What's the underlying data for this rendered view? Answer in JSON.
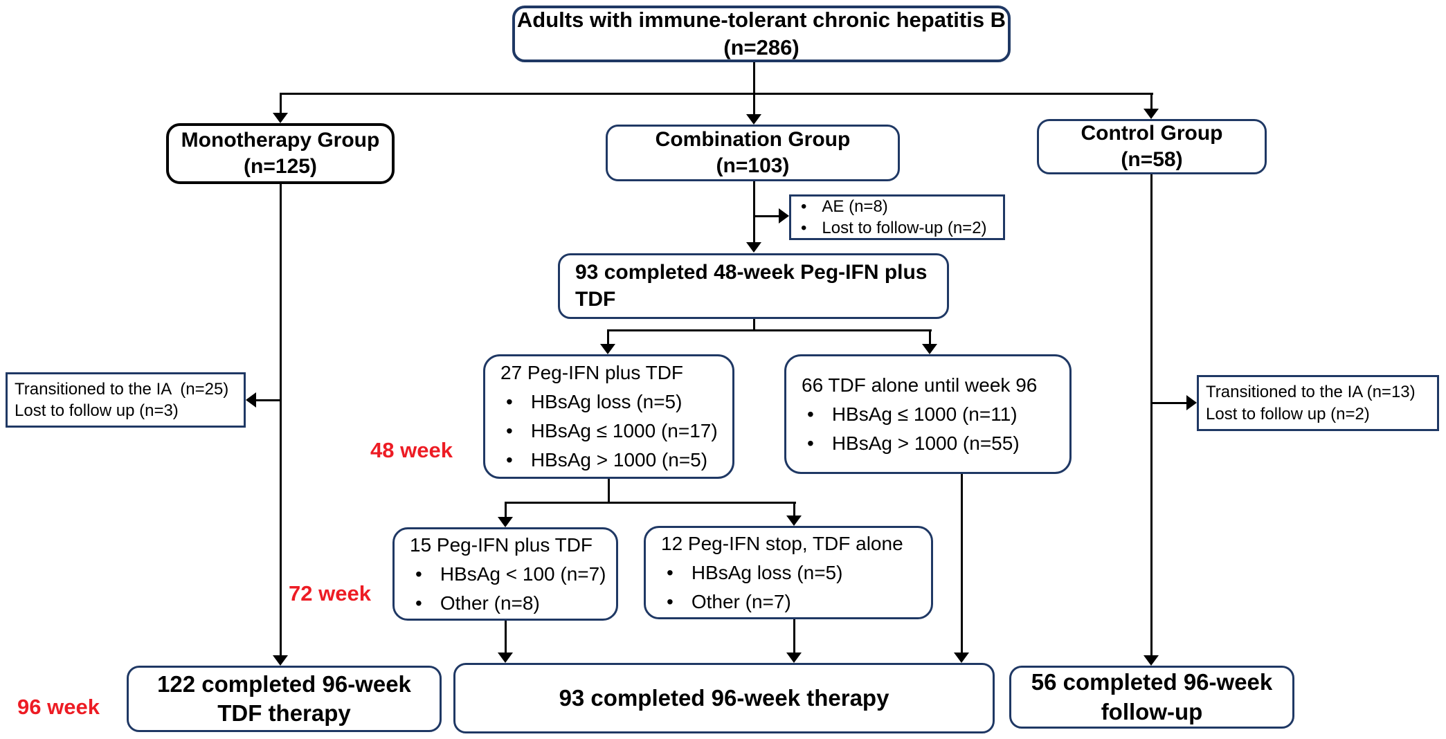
{
  "colors": {
    "box_border_navy": "#1f3864",
    "box_border_black": "#000000",
    "connector_line": "#000000",
    "timeline_red": "#ed1c24",
    "background": "#ffffff"
  },
  "boxes": {
    "enrollment": {
      "line1": "Adults with immune-tolerant chronic hepatitis B",
      "line2": "(n=286)"
    },
    "monotherapy_group": {
      "line1": "Monotherapy Group",
      "line2": "(n=125)"
    },
    "combination_group": {
      "line1": "Combination Group",
      "line2": "(n=103)"
    },
    "control_group": {
      "line1": "Control Group",
      "line2": "(n=58)"
    },
    "combination_dropout": {
      "items": [
        "AE (n=8)",
        "Lost to follow-up (n=2)"
      ]
    },
    "completed_48week": {
      "line1": "93 completed 48-week Peg-IFN plus",
      "line2": "TDF"
    },
    "week48_pegifn_tdf": {
      "title": "27 Peg-IFN plus TDF",
      "items": [
        "HBsAg loss (n=5)",
        "HBsAg ≤ 1000 (n=17)",
        "HBsAg > 1000 (n=5)"
      ]
    },
    "week48_tdf_alone": {
      "title": "66 TDF alone until week 96",
      "items": [
        "HBsAg ≤ 1000 (n=11)",
        "HBsAg > 1000 (n=55)"
      ]
    },
    "monotherapy_dropout": {
      "line1": "Transitioned to the IA  (n=25)",
      "line2": "Lost to follow up (n=3)"
    },
    "control_dropout": {
      "line1": "Transitioned to the IA (n=13)",
      "line2": "Lost to follow up (n=2)"
    },
    "week72_pegifn_tdf": {
      "title": "15 Peg-IFN plus TDF",
      "items": [
        "HBsAg < 100 (n=7)",
        "Other (n=8)"
      ]
    },
    "week72_tdf_alone": {
      "title": "12 Peg-IFN stop, TDF alone",
      "items": [
        "HBsAg loss (n=5)",
        "Other (n=7)"
      ]
    },
    "outcome_monotherapy": {
      "line1": "122 completed 96-week",
      "line2": "TDF therapy"
    },
    "outcome_combination": {
      "text": "93 completed 96-week therapy"
    },
    "outcome_control": {
      "line1": "56 completed 96-week",
      "line2": "follow-up"
    }
  },
  "timeline_labels": {
    "week48": "48 week",
    "week72": "72 week",
    "week96": "96 week"
  }
}
